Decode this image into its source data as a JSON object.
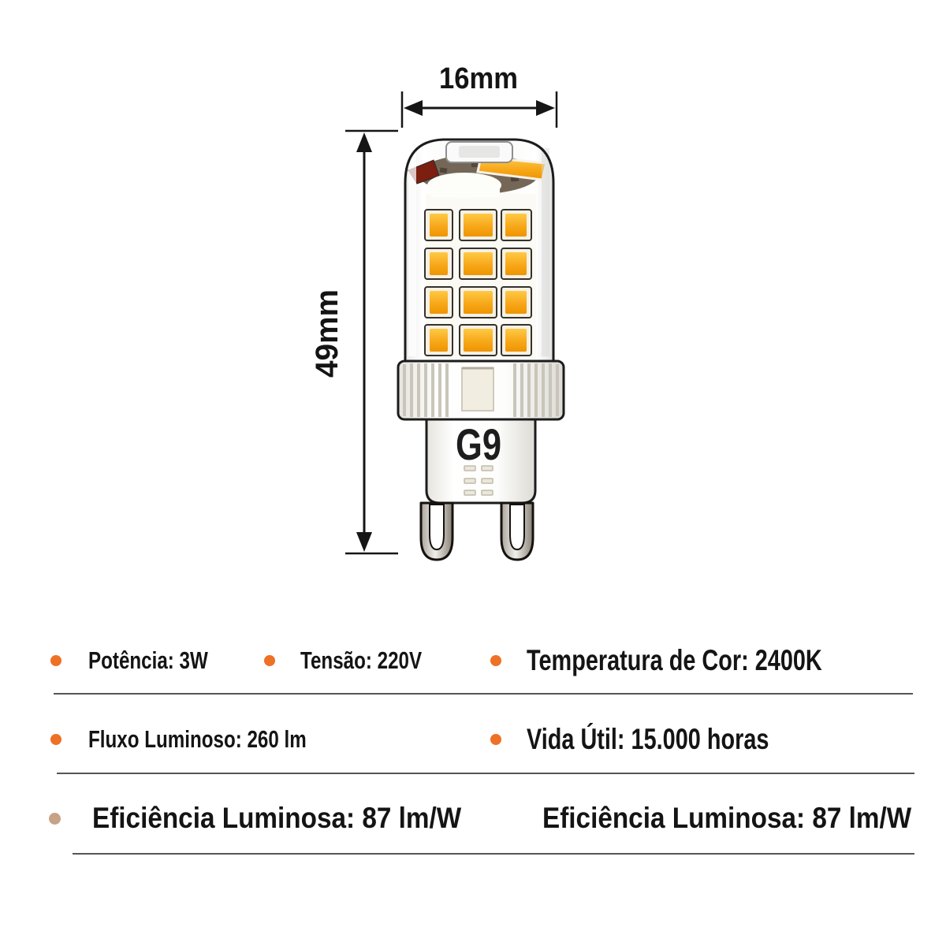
{
  "diagram": {
    "width_label": "16mm",
    "height_label": "49mm",
    "socket_label": "G9"
  },
  "specs": {
    "potencia": {
      "label": "Potência: 3W"
    },
    "tensao": {
      "label": "Tensão: 220V"
    },
    "temperatura": {
      "label": "Temperatura de Cor: 2400K"
    },
    "fluxo": {
      "label": "Fluxo Luminoso: 260 lm"
    },
    "vida": {
      "label": "Vida Útil: 15.000 horas"
    },
    "eficiencia_left": {
      "label": "Eficiência Luminosa: 87 lm/W"
    },
    "eficiencia_right": {
      "label": "Eficiência Luminosa: 87 lm/W"
    }
  },
  "colors": {
    "bullet_orange": "#ee7125",
    "bullet_tan": "#c8a287",
    "led_amber": "#f5a31c",
    "outline": "#1c1c1c",
    "divider": "#555555",
    "text": "#141414"
  }
}
